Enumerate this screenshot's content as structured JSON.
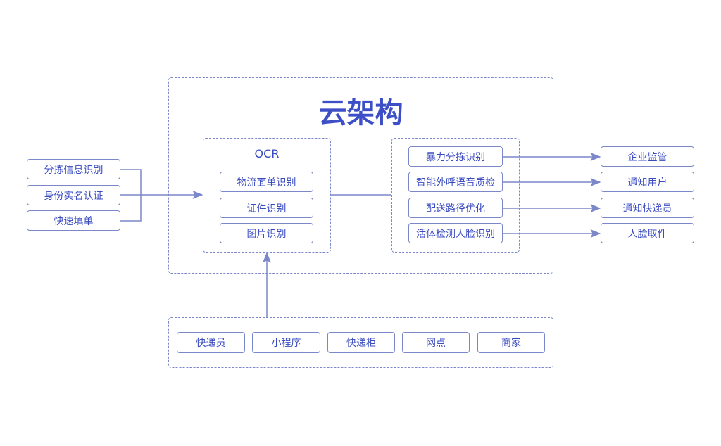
{
  "title": "云架构",
  "inputs": [
    "分拣信息识别",
    "身份实名认证",
    "快速填单"
  ],
  "ocr": {
    "label": "OCR",
    "items": [
      "物流面单识别",
      "证件识别",
      "图片识别"
    ]
  },
  "services": [
    "暴力分拣识别",
    "智能外呼语音质检",
    "配送路径优化",
    "活体检测人脸识别"
  ],
  "outputs": [
    "企业监管",
    "通知用户",
    "通知快递员",
    "人脸取件"
  ],
  "sources": [
    "快递员",
    "小程序",
    "快递柜",
    "网点",
    "商家"
  ],
  "colors": {
    "line": "#7b87c9",
    "text": "#3b4cc0",
    "title": "#3d4fc6"
  }
}
